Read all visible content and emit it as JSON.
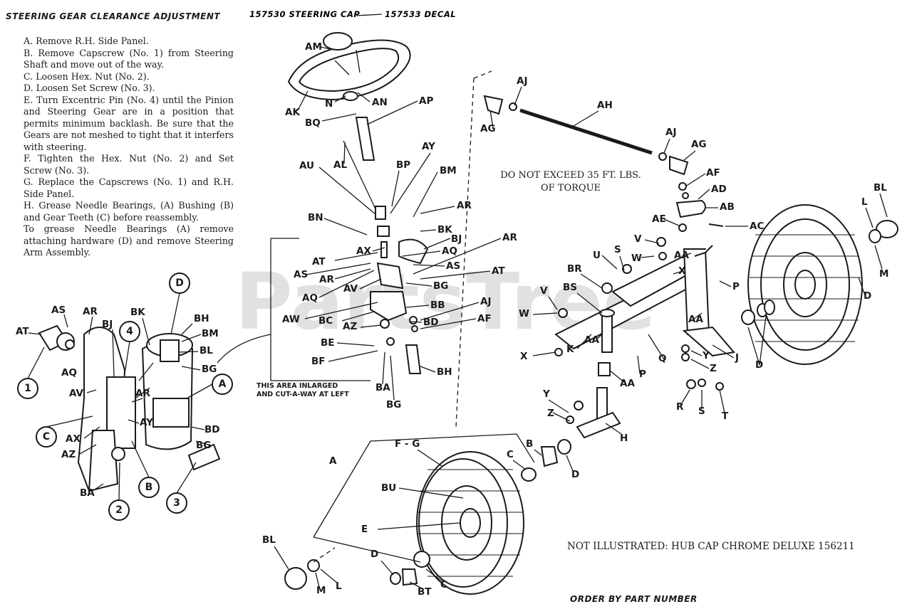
{
  "header": {
    "title": "STEERING GEAR CLEARANCE ADJUSTMENT",
    "top_parts": "157530 STEERING CAP",
    "top_decal": "157533 DECAL"
  },
  "instructions": [
    "A. Remove R.H. Side Panel.",
    "B. Remove Capscrew (No. 1) from Steering Shaft and move out of the way.",
    "C. Loosen Hex. Nut (No. 2).",
    "D. Loosen Set Screw (No. 3).",
    "E. Turn Excentric Pin (No. 4) until the Pinion and Steering Gear are in a position that permits minimum backlash. Be sure that the Gears are not meshed to tight that it interfers with steering.",
    "F. Tighten the Hex. Nut (No. 2) and Set Screw (No. 3).",
    "G. Replace the Capscrews (No. 1) and R.H. Side Panel.",
    "H. Grease Needle Bearings, (A) Bushing (B) and Gear Teeth (C) before reassembly.",
    "To grease Needle Bearings (A) remove attaching hardware (D) and remove Steering Arm Assembly."
  ],
  "notes": {
    "torque_1": "DO NOT EXCEED 35 FT. LBS.",
    "torque_2": "OF TORQUE",
    "enlarged_1": "THIS AREA INLARGED",
    "enlarged_2": "AND CUT-A-WAY AT LEFT",
    "not_illustrated": "NOT ILLUSTRATED: HUB CAP CHROME DELUXE 156211",
    "order": "ORDER BY PART NUMBER"
  },
  "watermark": "PartsTree",
  "callouts": {
    "left_circles": [
      "1",
      "C",
      "2",
      "3",
      "B",
      "4",
      "D",
      "A"
    ],
    "left_letters": [
      "AT",
      "AS",
      "AR",
      "AQ",
      "BJ",
      "BK",
      "BH",
      "BM",
      "BL",
      "BG",
      "AV",
      "AR",
      "AY",
      "AX",
      "AZ",
      "BA",
      "BG",
      "BD"
    ],
    "center": [
      "AM",
      "AK",
      "N",
      "AN",
      "AP",
      "BQ",
      "AL",
      "AU",
      "BP",
      "AY",
      "BM",
      "AR",
      "BK",
      "BJ",
      "BN",
      "AT",
      "AX",
      "AQ",
      "AR",
      "AS",
      "AS",
      "AR",
      "AT",
      "AQ",
      "AV",
      "BG",
      "AW",
      "BC",
      "BB",
      "AJ",
      "AZ",
      "BD",
      "AF",
      "BE",
      "BF",
      "BH",
      "BA",
      "BG"
    ],
    "right": [
      "AJ",
      "AH",
      "AG",
      "AJ",
      "AG",
      "AF",
      "AD",
      "AB",
      "AE",
      "AC",
      "V",
      "S",
      "W",
      "AA",
      "U",
      "BR",
      "X",
      "P",
      "BS",
      "V",
      "W",
      "AA",
      "K",
      "AA",
      "Q",
      "X",
      "J",
      "Y",
      "Z",
      "P",
      "AA",
      "D",
      "R",
      "S",
      "T",
      "Y",
      "Z",
      "H",
      "BL",
      "L",
      "M",
      "D"
    ],
    "bottom": [
      "A",
      "F - G",
      "B",
      "C",
      "D",
      "BU",
      "E",
      "D",
      "BL",
      "M",
      "L",
      "BT",
      "C"
    ]
  }
}
